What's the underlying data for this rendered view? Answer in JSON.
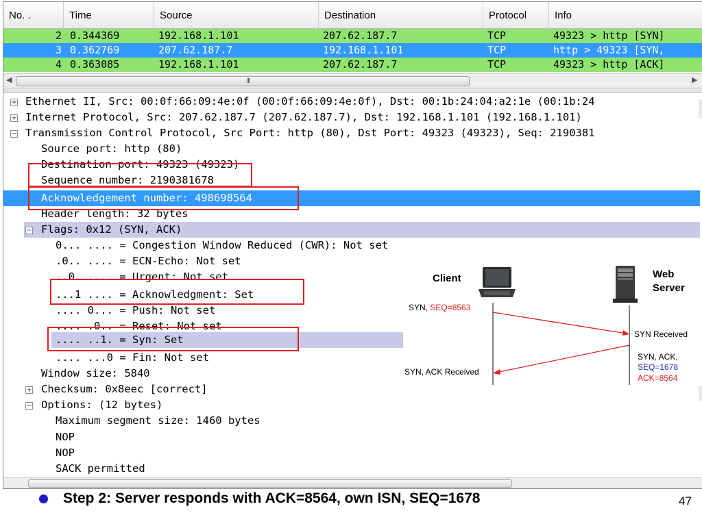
{
  "packet_list": {
    "columns": [
      "No. .",
      "Time",
      "Source",
      "Destination",
      "Protocol",
      "Info"
    ],
    "rows": [
      {
        "no": "2",
        "time": "0.344369",
        "source": "192.168.1.101",
        "destination": "207.62.187.7",
        "protocol": "TCP",
        "info": "49323 > http [SYN]"
      },
      {
        "no": "3",
        "time": "0.362769",
        "source": "207.62.187.7",
        "destination": "192.168.1.101",
        "protocol": "TCP",
        "info": "http > 49323 [SYN,"
      },
      {
        "no": "4",
        "time": "0.363085",
        "source": "192.168.1.101",
        "destination": "207.62.187.7",
        "protocol": "TCP",
        "info": "49323 > http [ACK]"
      }
    ],
    "scroll_grip": "III"
  },
  "details": {
    "ethernet": "Ethernet II, Src: 00:0f:66:09:4e:0f (00:0f:66:09:4e:0f), Dst: 00:1b:24:04:a2:1e (00:1b:24",
    "ip": "Internet Protocol, Src: 207.62.187.7 (207.62.187.7), Dst: 192.168.1.101 (192.168.1.101)",
    "tcp": "Transmission Control Protocol, Src Port: http (80), Dst Port: 49323 (49323), Seq: 2190381",
    "src_port": "Source port: http (80)",
    "dst_port": "Destination port: 49323 (49323)",
    "seq": "Sequence number: 2190381678",
    "ack": "Acknowledgement number: 498698564",
    "hdr_len": "Header length: 32 bytes",
    "flags": "Flags: 0x12 (SYN, ACK)",
    "cwr": "0... .... = Congestion Window Reduced (CWR): Not set",
    "ecn": ".0.. .... = ECN-Echo: Not set",
    "urg": "..0. .... = Urgent: Not set",
    "ackflag": "...1 .... = Acknowledgment: Set",
    "push": ".... 0... = Push: Not set",
    "reset": ".... .0.. = Reset: Not set",
    "syn": ".... ..1. = Syn: Set",
    "fin": ".... ...0 = Fin: Not set",
    "window": "Window size: 5840",
    "checksum": "Checksum: 0x8eec [correct]",
    "options": "Options: (12 bytes)",
    "mss": "Maximum segment size: 1460 bytes",
    "nop1": "NOP",
    "nop2": "NOP",
    "sack": "SACK permitted"
  },
  "diagram": {
    "client_label": "Client",
    "server_label_1": "Web",
    "server_label_2": "Server",
    "syn_text": "SYN, ",
    "syn_seq": "SEQ=8563",
    "syn_received": "SYN Received",
    "synack_1": "SYN, ACK,",
    "synack_seq": "SEQ=1678",
    "synack_ack": "ACK=8564",
    "synack_received": "SYN, ACK  Received",
    "colors": {
      "red": "#e02020",
      "blue": "#1a2db8",
      "arrow": "#e02020"
    }
  },
  "caption": "Step 2: Server responds with ACK=8564, own ISN, SEQ=1678",
  "page_number": "47"
}
